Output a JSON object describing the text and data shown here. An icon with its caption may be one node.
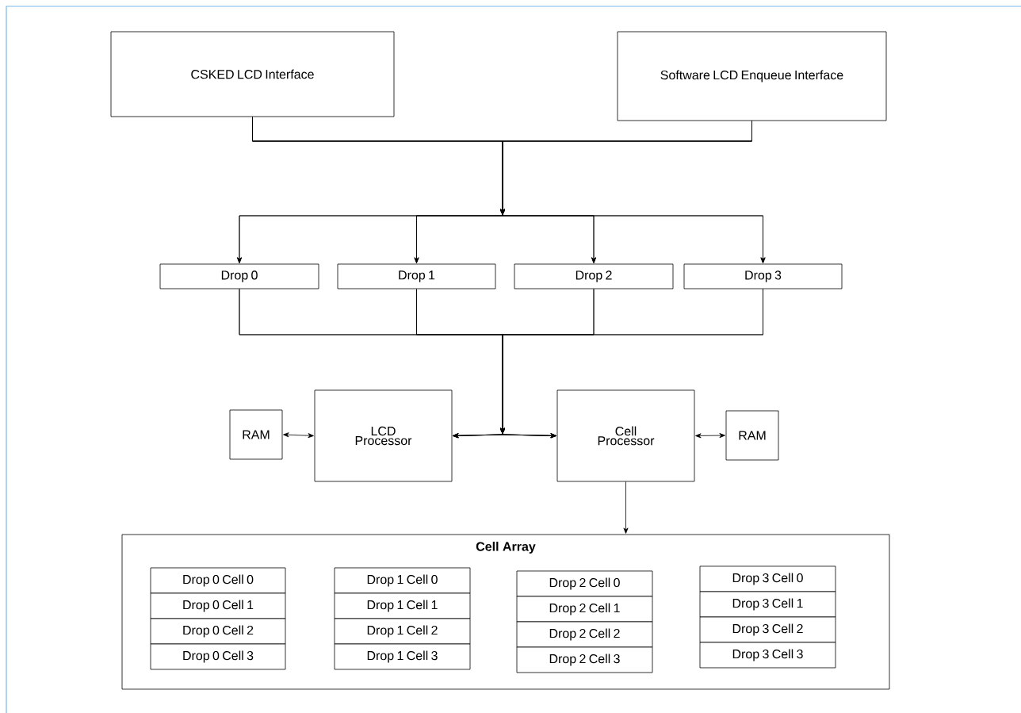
{
  "diagram": {
    "nodes": [
      {
        "text": [
          "CSKED LCD Interface"
        ]
      },
      {
        "text": [
          "Software LCD Enqueue Interface"
        ]
      },
      {
        "text": [
          "Drop 0"
        ]
      },
      {
        "text": [
          "Drop 1"
        ]
      },
      {
        "text": [
          "Drop 2"
        ]
      },
      {
        "text": [
          "Drop 3"
        ]
      },
      {
        "text": [
          "RAM"
        ]
      },
      {
        "text": [
          "LCD Processor"
        ]
      },
      {
        "text": [
          "Cell Processor"
        ]
      },
      {
        "text": [
          "RAM"
        ]
      },
      {
        "text": [
          "Cell Array"
        ]
      },
      {
        "text": [
          "Drop 0 Cell 0"
        ],
        "in": 10
      },
      {
        "text": [
          "Drop 0 Cell 1"
        ],
        "in": 10
      },
      {
        "text": [
          "Drop 0 Cell 2"
        ],
        "in": 10
      },
      {
        "text": [
          "Drop 0 Cell 3"
        ],
        "in": 10
      },
      {
        "text": [
          "Drop 1 Cell 0"
        ],
        "in": 10
      },
      {
        "text": [
          "Drop 1 Cell 1"
        ],
        "in": 10
      },
      {
        "text": [
          "Drop 1 Cell 2"
        ],
        "in": 10
      },
      {
        "text": [
          "Drop 1 Cell 3"
        ],
        "in": 10
      },
      {
        "text": [
          "Drop 2 Cell 0"
        ],
        "in": 10
      },
      {
        "text": [
          "Drop 2 Cell 1"
        ],
        "in": 10
      },
      {
        "text": [
          "Drop 2 Cell 2"
        ],
        "in": 10
      },
      {
        "text": [
          "Drop 2 Cell 3"
        ],
        "in": 10
      },
      {
        "text": [
          "Drop 3 Cell 0"
        ],
        "in": 10
      },
      {
        "text": [
          "Drop 3 Cell 1"
        ],
        "in": 10
      },
      {
        "text": [
          "Drop 3 Cell 2"
        ],
        "in": 10
      },
      {
        "text": [
          "Drop 3 Cell 3"
        ],
        "in": 10
      }
    ],
    "edges": [
      {
        "from": 0,
        "to": 2,
        "arrow": "to"
      },
      {
        "from": 0,
        "to": 3,
        "arrow": "to"
      },
      {
        "from": 0,
        "to": 4,
        "arrow": "to"
      },
      {
        "from": 0,
        "to": 5,
        "arrow": "to"
      },
      {
        "from": 1,
        "to": 2,
        "arrow": "to"
      },
      {
        "from": 1,
        "to": 3,
        "arrow": "to"
      },
      {
        "from": 1,
        "to": 4,
        "arrow": "to"
      },
      {
        "from": 1,
        "to": 5,
        "arrow": "to"
      },
      {
        "from": 2,
        "to": 7,
        "arrow": "to"
      },
      {
        "from": 3,
        "to": 7,
        "arrow": "to"
      },
      {
        "from": 4,
        "to": 7,
        "arrow": "to"
      },
      {
        "from": 5,
        "to": 7,
        "arrow": "to"
      },
      {
        "from": 2,
        "to": 8,
        "arrow": "to"
      },
      {
        "from": 3,
        "to": 8,
        "arrow": "to"
      },
      {
        "from": 4,
        "to": 8,
        "arrow": "to"
      },
      {
        "from": 5,
        "to": 8,
        "arrow": "to"
      },
      {
        "from": 6,
        "to": 7,
        "arrow": "both"
      },
      {
        "from": 8,
        "to": 9,
        "arrow": "both"
      },
      {
        "from": 8,
        "to": 10,
        "arrow": "to"
      }
    ]
  }
}
